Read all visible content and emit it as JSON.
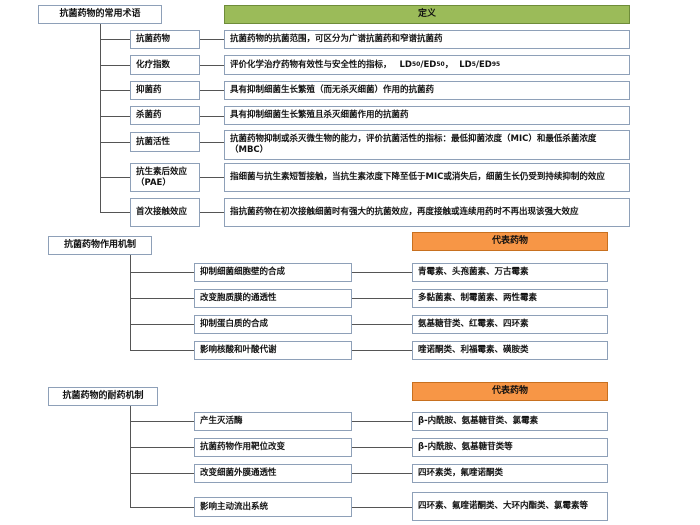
{
  "section1": {
    "title": "抗菌药物的常用术语",
    "header": "定义",
    "rows": [
      {
        "term": "抗菌药物",
        "definition": "抗菌药物的抗菌范围，可区分为广谱抗菌药和窄谱抗菌药"
      },
      {
        "term": "化疗指数",
        "definition": "评价化学治疗药物有效性与安全性的指标，",
        "ld1": "LD",
        "sub1": "50",
        "slash": "/ED",
        "sub2": "50",
        "sep": "，",
        "ld2": "LD",
        "sub3": "5",
        "slash2": "/ED",
        "sub4": "95"
      },
      {
        "term": "抑菌药",
        "definition": "具有抑制细菌生长繁殖（而无杀灭细菌）作用的抗菌药"
      },
      {
        "term": "杀菌药",
        "definition": "具有抑制细菌生长繁殖且杀灭细菌作用的抗菌药"
      },
      {
        "term": "抗菌活性",
        "definition": "抗菌药物抑制或杀灭微生物的能力，评价抗菌活性的指标：最低抑菌浓度（MIC）和最低杀菌浓度（MBC）"
      },
      {
        "term": "抗生素后效应（PAE）",
        "definition": "指细菌与抗生素短暂接触，当抗生素浓度下降至低于MIC或消失后，细菌生长仍受到持续抑制的效应"
      },
      {
        "term": "首次接触效应",
        "definition": "指抗菌药物在初次接触细菌时有强大的抗菌效应，再度接触或连续用药时不再出现该强大效应"
      }
    ]
  },
  "section2": {
    "title": "抗菌药物作用机制",
    "header": "代表药物",
    "rows": [
      {
        "mechanism": "抑制细菌细胞壁的合成",
        "drugs": "青霉素、头孢菌素、万古霉素"
      },
      {
        "mechanism": "改变胞质膜的通透性",
        "drugs": "多黏菌素、制霉菌素、两性霉素"
      },
      {
        "mechanism": "抑制蛋白质的合成",
        "drugs": "氨基糖苷类、红霉素、四环素"
      },
      {
        "mechanism": "影响核酸和叶酸代谢",
        "drugs": "喹诺酮类、利福霉素、磺胺类"
      }
    ]
  },
  "section3": {
    "title": "抗菌药物的耐药机制",
    "header": "代表药物",
    "rows": [
      {
        "mechanism": "产生灭活酶",
        "drugs": "β-内酰胺、氨基糖苷类、氯霉素"
      },
      {
        "mechanism": "抗菌药物作用靶位改变",
        "drugs": "β-内酰胺、氨基糖苷类等"
      },
      {
        "mechanism": "改变细菌外膜通透性",
        "drugs": "四环素类，氟喹诺酮类"
      },
      {
        "mechanism": "影响主动流出系统",
        "drugs": "四环素、氟喹诺酮类、大环内酯类、氯霉素等"
      }
    ]
  }
}
